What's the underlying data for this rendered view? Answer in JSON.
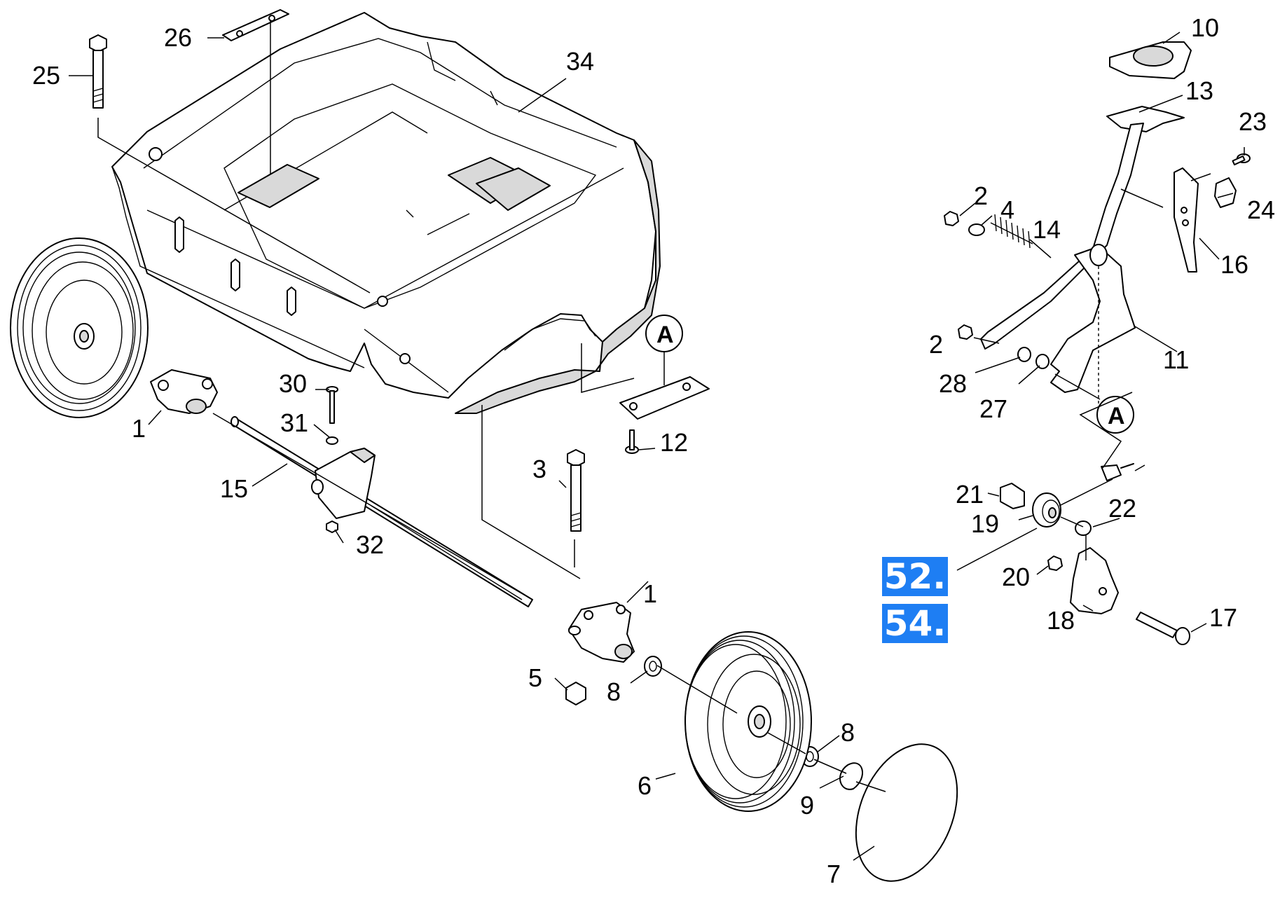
{
  "callouts": [
    "1",
    "1",
    "2",
    "2",
    "3",
    "4",
    "5",
    "6",
    "7",
    "8",
    "8",
    "9",
    "10",
    "11",
    "12",
    "13",
    "14",
    "15",
    "16",
    "17",
    "18",
    "19",
    "20",
    "21",
    "22",
    "23",
    "24",
    "25",
    "26",
    "27",
    "28",
    "30",
    "31",
    "32",
    "34"
  ],
  "reference_marker": "A",
  "links": [
    "52.",
    "54."
  ],
  "colors": {
    "link_badge": "#1e7ef3",
    "link_text": "#ffffff",
    "line_art": "#000000",
    "shading": "#d9d9d9"
  }
}
